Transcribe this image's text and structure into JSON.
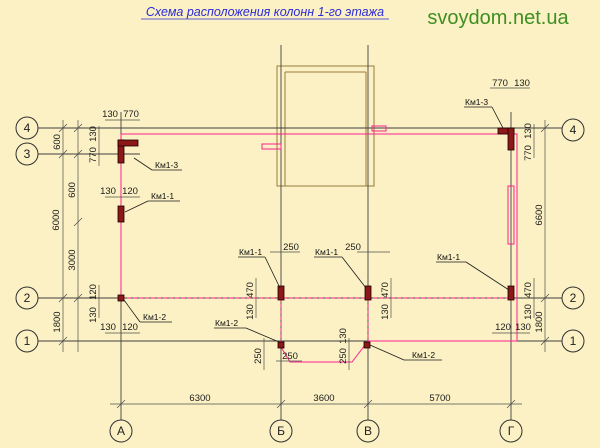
{
  "header": {
    "title": "Схема расположения колонн 1-го этажа",
    "brand": "svoydom.net.ua"
  },
  "axes": {
    "horizontal": [
      "4",
      "3",
      "2",
      "1"
    ],
    "vertical": [
      "А",
      "Б",
      "В",
      "Г"
    ]
  },
  "dims": {
    "bottom": [
      "6300",
      "3600",
      "5700"
    ],
    "left": [
      "600",
      "6000",
      "3000",
      "1800",
      "600"
    ],
    "right": [
      "6600",
      "1800"
    ],
    "top_left": [
      "130",
      "770"
    ],
    "top_right": [
      "770",
      "130"
    ],
    "col_left_a": [
      "770",
      "130"
    ],
    "col_left_b": [
      "130",
      "120"
    ],
    "col_left_c": [
      "130",
      "120"
    ],
    "col_left_d": [
      "130",
      "120"
    ],
    "col_right_a": [
      "770",
      "130"
    ],
    "col_right_b": [
      "130",
      "470"
    ],
    "col_right_c": [
      "120",
      "130"
    ],
    "mid_b": [
      "250",
      "130",
      "470"
    ],
    "mid_v": [
      "250",
      "130",
      "470"
    ],
    "low_b": [
      "250",
      "250"
    ],
    "low_v": [
      "250",
      "130"
    ]
  },
  "columns": {
    "tags": [
      "Км1-3",
      "Км1-1",
      "Км1-2",
      "Км1-1",
      "Км1-1",
      "Км1-3",
      "Км1-1",
      "Км1-2",
      "Км1-2"
    ]
  },
  "colors": {
    "background": "#fbf1c4",
    "title": "#2b2bd9",
    "brand": "#3f8f22",
    "walls": "#ff1f8f",
    "columns": "#8c1818"
  }
}
